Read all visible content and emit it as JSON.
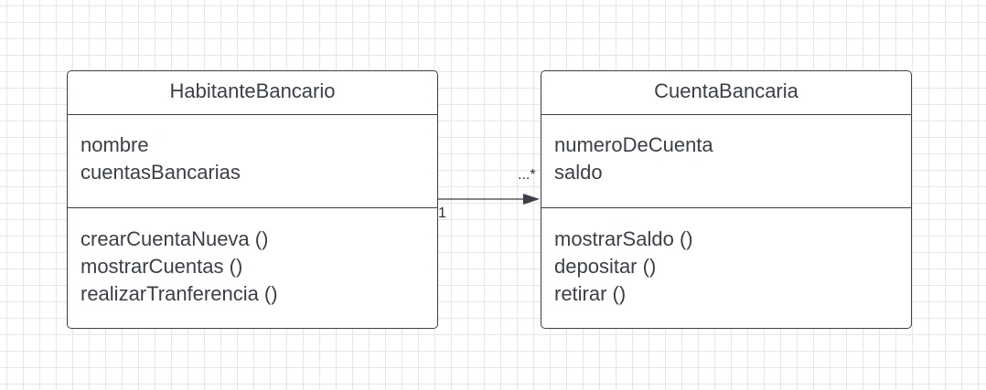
{
  "diagram": {
    "classes": [
      {
        "name": "HabitanteBancario",
        "attributes": [
          "nombre",
          "cuentasBancarias"
        ],
        "methods": [
          "crearCuentaNueva ()",
          "mostrarCuentas ()",
          "realizarTranferencia ()"
        ]
      },
      {
        "name": "CuentaBancaria",
        "attributes": [
          "numeroDeCuenta",
          "saldo"
        ],
        "methods": [
          "mostrarSaldo ()",
          "depositar ()",
          "retirar ()"
        ]
      }
    ],
    "association": {
      "source_multiplicity": "1",
      "target_multiplicity": "...*",
      "line_color": "#3a3f48"
    }
  }
}
